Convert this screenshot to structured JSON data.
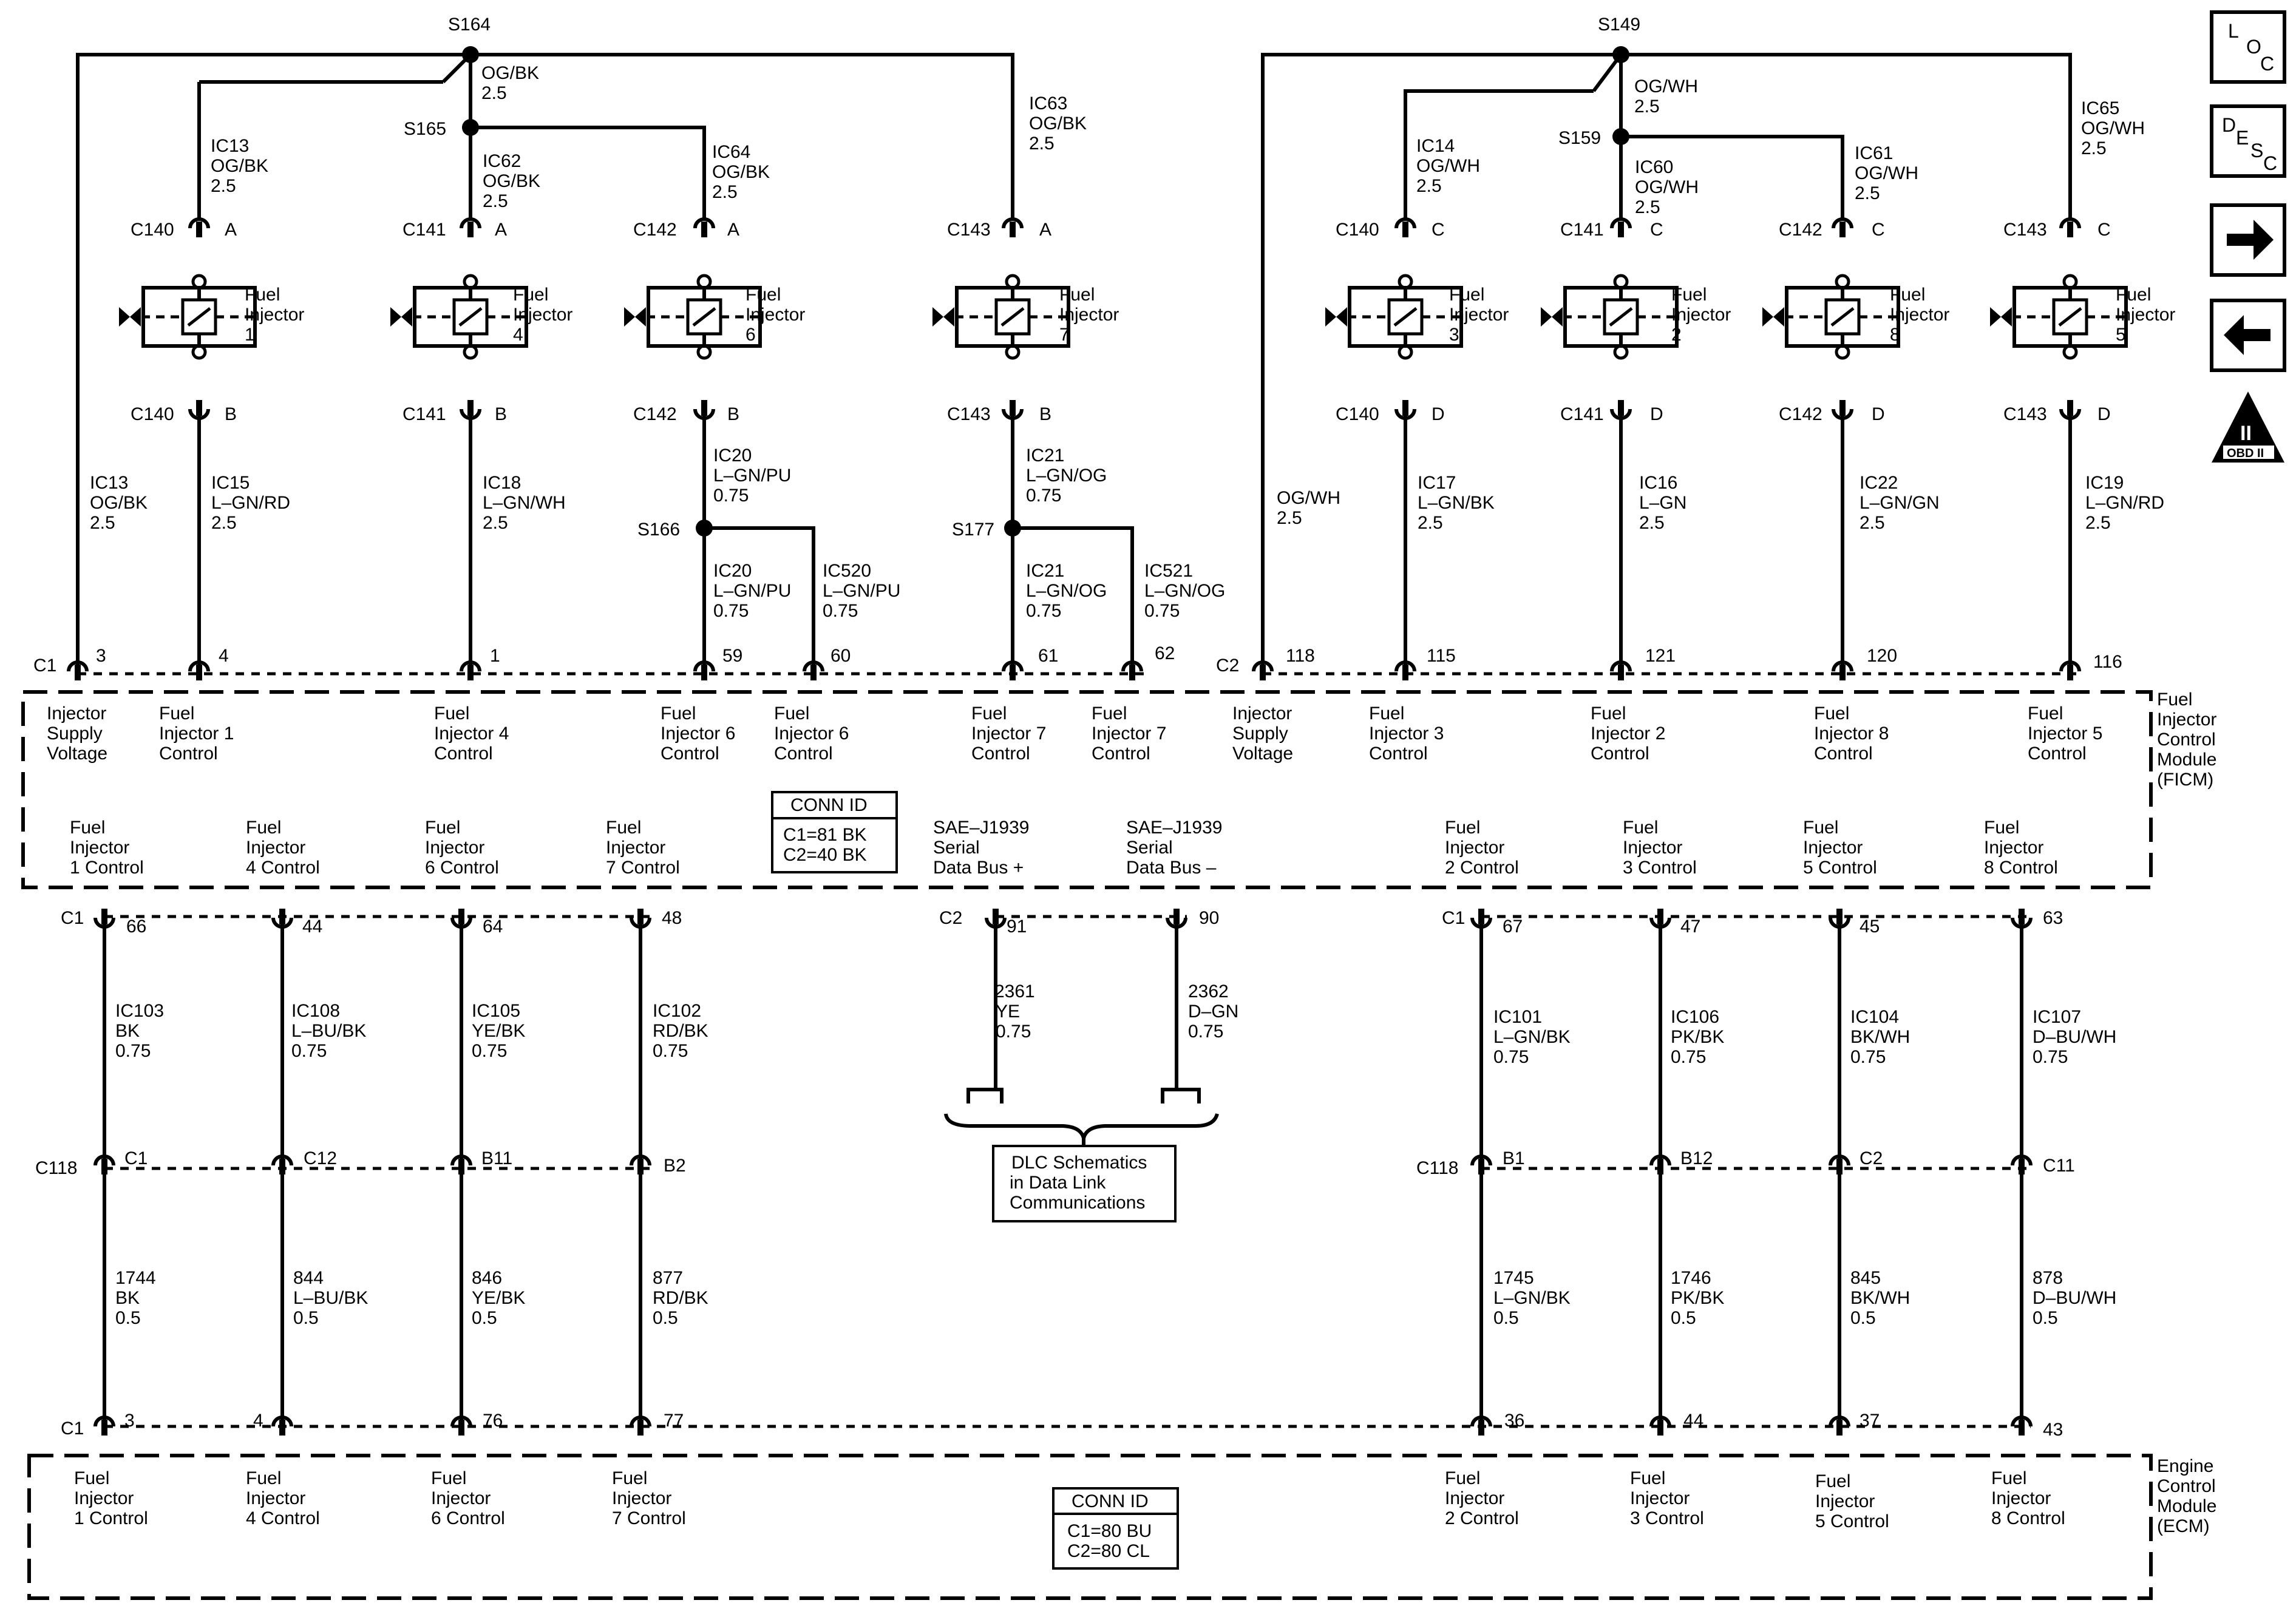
{
  "splices": {
    "s164": "S164",
    "s165": "S165",
    "s149": "S149",
    "s159": "S159",
    "s166": "S166",
    "s177": "S177"
  },
  "top_wires_left": {
    "s164_out": [
      "OG/BK",
      "2.5"
    ],
    "ic13_top": [
      "IC13",
      "OG/BK",
      "2.5"
    ],
    "ic62": [
      "IC62",
      "OG/BK",
      "2.5"
    ],
    "ic64": [
      "IC64",
      "OG/BK",
      "2.5"
    ],
    "ic63": [
      "IC63",
      "OG/BK",
      "2.5"
    ]
  },
  "top_wires_right": {
    "s149_out": [
      "OG/WH",
      "2.5"
    ],
    "ic14": [
      "IC14",
      "OG/WH",
      "2.5"
    ],
    "ic60": [
      "IC60",
      "OG/WH",
      "2.5"
    ],
    "ic61": [
      "IC61",
      "OG/WH",
      "2.5"
    ],
    "ic65": [
      "IC65",
      "OG/WH",
      "2.5"
    ]
  },
  "upper_connectors": [
    {
      "conn": "C140",
      "pin": "A",
      "lower_pin": "B"
    },
    {
      "conn": "C141",
      "pin": "A",
      "lower_pin": "B"
    },
    {
      "conn": "C142",
      "pin": "A",
      "lower_pin": "B"
    },
    {
      "conn": "C143",
      "pin": "A",
      "lower_pin": "B"
    },
    {
      "conn": "C140",
      "pin": "C",
      "lower_pin": "D"
    },
    {
      "conn": "C141",
      "pin": "C",
      "lower_pin": "D"
    },
    {
      "conn": "C142",
      "pin": "C",
      "lower_pin": "D"
    },
    {
      "conn": "C143",
      "pin": "C",
      "lower_pin": "D"
    }
  ],
  "injectors": [
    {
      "line1": "Fuel",
      "line2": "Injector",
      "num": "1"
    },
    {
      "line1": "Fuel",
      "line2": "Injector",
      "num": "4"
    },
    {
      "line1": "Fuel",
      "line2": "Injector",
      "num": "6"
    },
    {
      "line1": "Fuel",
      "line2": "Injector",
      "num": "7"
    },
    {
      "line1": "Fuel",
      "line2": "Injector",
      "num": "3"
    },
    {
      "line1": "Fuel",
      "line2": "Injector",
      "num": "2"
    },
    {
      "line1": "Fuel",
      "line2": "Injector",
      "num": "8"
    },
    {
      "line1": "Fuel",
      "line2": "Injector",
      "num": "5"
    }
  ],
  "mid_wires": {
    "ic13_left": [
      "IC13",
      "OG/BK",
      "2.5"
    ],
    "ic15": [
      "IC15",
      "L–GN/RD",
      "2.5"
    ],
    "ic18": [
      "IC18",
      "L–GN/WH",
      "2.5"
    ],
    "ic20_top": [
      "IC20",
      "L–GN/PU",
      "0.75"
    ],
    "ic20_bot": [
      "IC20",
      "L–GN/PU",
      "0.75"
    ],
    "ic520": [
      "IC520",
      "L–GN/PU",
      "0.75"
    ],
    "ic21_top": [
      "IC21",
      "L–GN/OG",
      "0.75"
    ],
    "ic21_bot": [
      "IC21",
      "L–GN/OG",
      "0.75"
    ],
    "ic521": [
      "IC521",
      "L–GN/OG",
      "0.75"
    ],
    "ogwh_left": [
      "OG/WH",
      "2.5"
    ],
    "ic17": [
      "IC17",
      "L–GN/BK",
      "2.5"
    ],
    "ic16": [
      "IC16",
      "L–GN",
      "2.5"
    ],
    "ic22": [
      "IC22",
      "L–GN/GN",
      "2.5"
    ],
    "ic19": [
      "IC19",
      "L–GN/RD",
      "2.5"
    ]
  },
  "ficm_top_pins": {
    "c1": "C1",
    "c2": "C2",
    "p3": "3",
    "p4": "4",
    "p1": "1",
    "p59": "59",
    "p60": "60",
    "p61": "61",
    "p62": "62",
    "p118": "118",
    "p115": "115",
    "p121": "121",
    "p120": "120",
    "p116": "116"
  },
  "ficm_top_labels": [
    [
      "Injector",
      "Supply",
      "Voltage"
    ],
    [
      "Fuel",
      "Injector 1",
      "Control"
    ],
    [
      "Fuel",
      "Injector 4",
      "Control"
    ],
    [
      "Fuel",
      "Injector 6",
      "Control"
    ],
    [
      "Fuel",
      "Injector 6",
      "Control"
    ],
    [
      "Fuel",
      "Injector 7",
      "Control"
    ],
    [
      "Fuel",
      "Injector 7",
      "Control"
    ],
    [
      "Injector",
      "Supply",
      "Voltage"
    ],
    [
      "Fuel",
      "Injector 3",
      "Control"
    ],
    [
      "Fuel",
      "Injector 2",
      "Control"
    ],
    [
      "Fuel",
      "Injector 8",
      "Control"
    ],
    [
      "Fuel",
      "Injector 5",
      "Control"
    ]
  ],
  "ficm_name": [
    "Fuel",
    "Injector",
    "Control",
    "Module",
    "(FICM)"
  ],
  "ficm_conn_id": {
    "title": "CONN ID",
    "line1": "C1=81 BK",
    "line2": "C2=40 BK"
  },
  "ficm_bottom_labels": [
    [
      "Fuel",
      "Injector",
      "1 Control"
    ],
    [
      "Fuel",
      "Injector",
      "4 Control"
    ],
    [
      "Fuel",
      "Injector",
      "6 Control"
    ],
    [
      "Fuel",
      "Injector",
      "7 Control"
    ],
    [
      "SAE–J1939",
      "Serial",
      "Data Bus +"
    ],
    [
      "SAE–J1939",
      "Serial",
      "Data Bus –"
    ],
    [
      "Fuel",
      "Injector",
      "2 Control"
    ],
    [
      "Fuel",
      "Injector",
      "3 Control"
    ],
    [
      "Fuel",
      "Injector",
      "5 Control"
    ],
    [
      "Fuel",
      "Injector",
      "8 Control"
    ]
  ],
  "ficm_bottom_pins": {
    "c1a": "C1",
    "c2": "C2",
    "c1b": "C1",
    "p66": "66",
    "p44": "44",
    "p64": "64",
    "p48": "48",
    "p91": "91",
    "p90": "90",
    "p67": "67",
    "p47": "47",
    "p45": "45",
    "p63": "63"
  },
  "lower_wires_a": [
    [
      "IC103",
      "BK",
      "0.75"
    ],
    [
      "IC108",
      "L–BU/BK",
      "0.75"
    ],
    [
      "IC105",
      "YE/BK",
      "0.75"
    ],
    [
      "IC102",
      "RD/BK",
      "0.75"
    ],
    [
      "2361",
      "YE",
      "0.75"
    ],
    [
      "2362",
      "D–GN",
      "0.75"
    ],
    [
      "IC101",
      "L–GN/BK",
      "0.75"
    ],
    [
      "IC106",
      "PK/BK",
      "0.75"
    ],
    [
      "IC104",
      "BK/WH",
      "0.75"
    ],
    [
      "IC107",
      "D–BU/WH",
      "0.75"
    ]
  ],
  "dlc_note": [
    "DLC Schematics",
    "in Data Link",
    "Communications"
  ],
  "c118": {
    "left": "C118",
    "right": "C118",
    "pins": [
      "C1",
      "C12",
      "B11",
      "B2",
      "B1",
      "B12",
      "C2",
      "C11"
    ]
  },
  "lower_wires_b": [
    [
      "1744",
      "BK",
      "0.5"
    ],
    [
      "844",
      "L–BU/BK",
      "0.5"
    ],
    [
      "846",
      "YE/BK",
      "0.5"
    ],
    [
      "877",
      "RD/BK",
      "0.5"
    ],
    [
      "1745",
      "L–GN/BK",
      "0.5"
    ],
    [
      "1746",
      "PK/BK",
      "0.5"
    ],
    [
      "845",
      "BK/WH",
      "0.5"
    ],
    [
      "878",
      "D–BU/WH",
      "0.5"
    ]
  ],
  "ecm_pins": {
    "c1": "C1",
    "pins": [
      "3",
      "4",
      "76",
      "77",
      "36",
      "44",
      "37",
      "43"
    ]
  },
  "ecm_labels": [
    [
      "Fuel",
      "Injector",
      "1 Control"
    ],
    [
      "Fuel",
      "Injector",
      "4 Control"
    ],
    [
      "Fuel",
      "Injector",
      "6 Control"
    ],
    [
      "Fuel",
      "Injector",
      "7 Control"
    ],
    [
      "Fuel",
      "Injector",
      "2 Control"
    ],
    [
      "Fuel",
      "Injector",
      "3 Control"
    ],
    [
      "Fuel",
      "Injector",
      "5 Control"
    ],
    [
      "Fuel",
      "Injector",
      "8 Control"
    ]
  ],
  "ecm_name": [
    "Engine",
    "Control",
    "Module",
    "(ECM)"
  ],
  "ecm_conn_id": {
    "title": "CONN ID",
    "line1": "C1=80 BU",
    "line2": "C2=80 CL"
  },
  "sidebar": {
    "loc": [
      "L",
      "O",
      "C"
    ],
    "desc": [
      "D",
      "E",
      "S",
      "C"
    ],
    "next_icon": "right-arrow",
    "prev_icon": "left-arrow",
    "obd_roman": "II",
    "obd_text": "OBD II"
  }
}
